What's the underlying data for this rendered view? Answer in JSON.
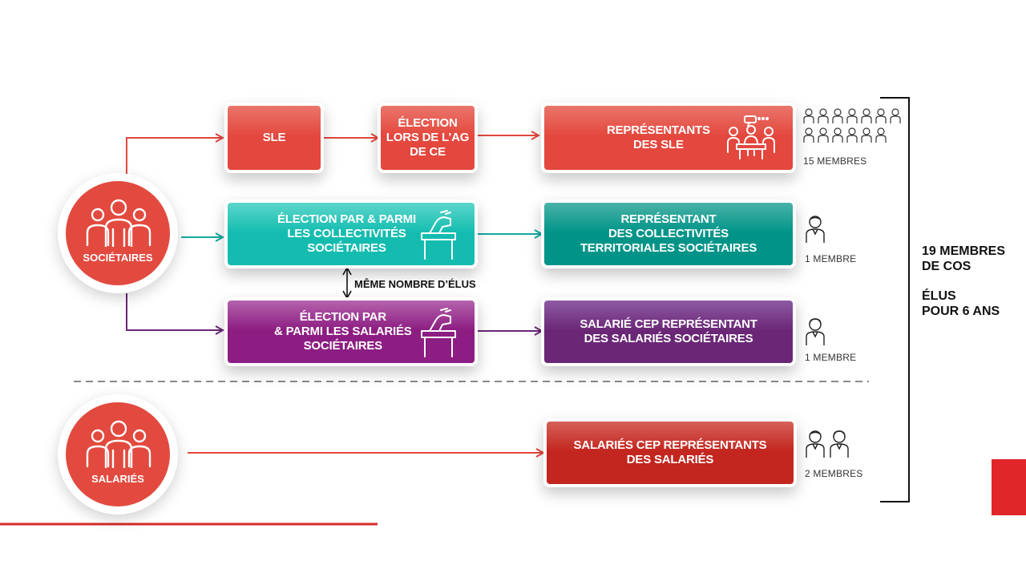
{
  "circles": {
    "societaires": "SOCIÉTAIRES",
    "salaries": "SALARIÉS"
  },
  "boxes": {
    "sle": "SLE",
    "election_ag": "ÉLECTION\nLORS DE L’AG\nDE CE",
    "representants_sle": "REPRÉSENTANTS\nDES SLE",
    "election_collectivites": "ÉLECTION PAR & PARMI\nLES COLLECTIVITÉS\nSOCIÉTAIRES",
    "representant_collectivites": "REPRÉSENTANT\nDES COLLECTIVITÉS\nTERRITORIALES SOCIÉTAIRES",
    "election_salaries": "ÉLECTION PAR\n& PARMI LES SALARIÉS\nSOCIÉTAIRES",
    "salarie_cep": "SALARIÉ CEP REPRÉSENTANT\nDES SALARIÉS SOCIÉTAIRES",
    "salaries_cep": "SALARIÉS CEP REPRÉSENTANTS\nDES SALARIÉS"
  },
  "meme_nombre": "MÊME NOMBRE D’ÉLUS",
  "members": {
    "sle": "15 MEMBRES",
    "collectivites": "1 MEMBRE",
    "salaries_societaires": "1 MEMBRE",
    "salaries": "2 MEMBRES"
  },
  "summary": {
    "total": "19 MEMBRES\nDE COS",
    "duration": "ÉLUS\nPOUR 6 ANS"
  },
  "colors": {
    "red": "#e3473d",
    "teal": "#14bcb0",
    "teal_dark": "#009488",
    "purple": "#8c1d82",
    "purple_dark": "#6a2776",
    "dark_red": "#c2261e",
    "accent": "#e1262a"
  }
}
